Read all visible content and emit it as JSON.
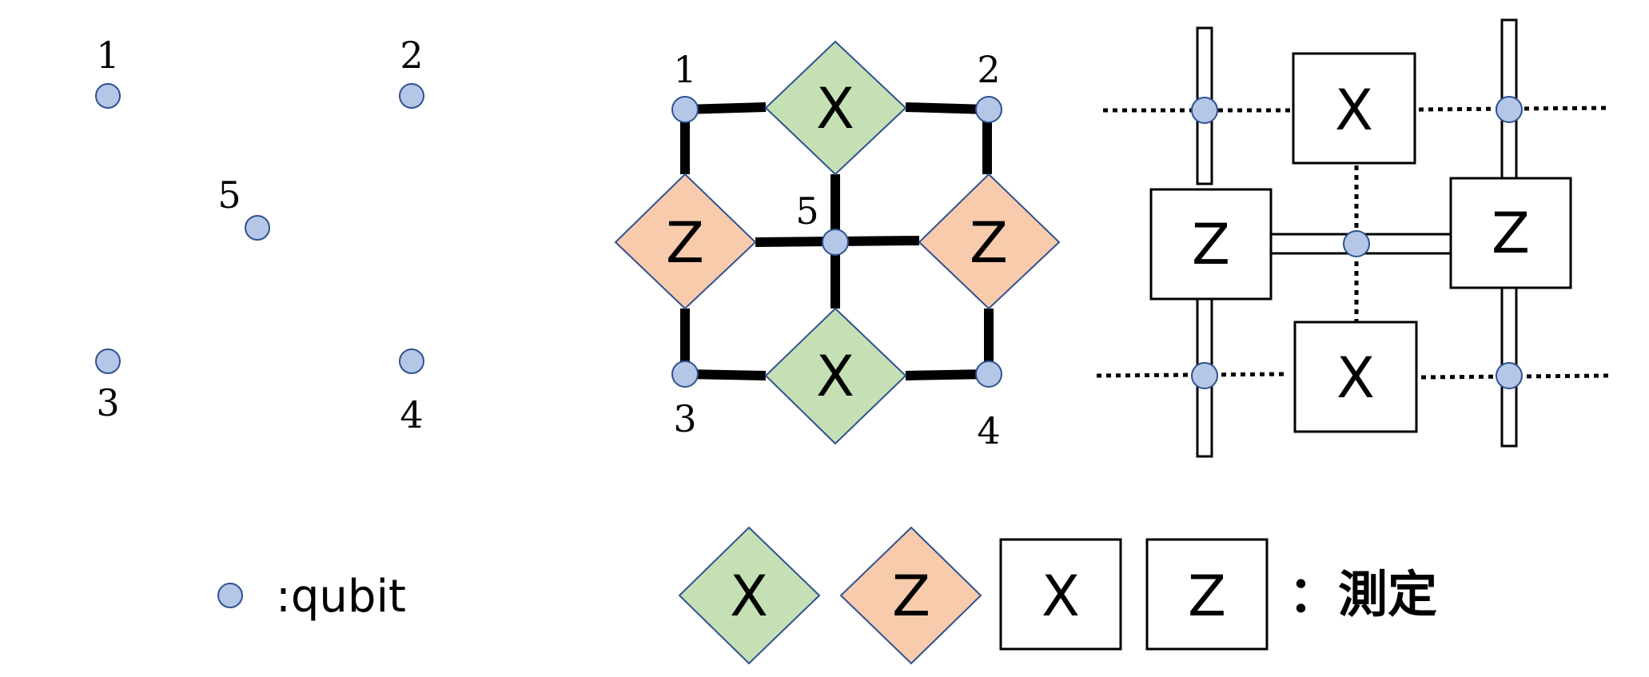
{
  "colors": {
    "qubit_fill": "#b4c7e7",
    "qubit_stroke": "#2f528f",
    "x_diamond_fill": "#c5e0b4",
    "z_diamond_fill": "#f8cbad",
    "box_fill": "#ffffff",
    "line": "#000000"
  },
  "panel1": {
    "labels": {
      "q1": "1",
      "q2": "2",
      "q3": "3",
      "q4": "4",
      "q5": "5"
    }
  },
  "panel2": {
    "labels": {
      "q1": "1",
      "q2": "2",
      "q3": "3",
      "q4": "4",
      "q5": "5"
    },
    "ops": {
      "top": "X",
      "left": "Z",
      "right": "Z",
      "bottom": "X"
    }
  },
  "panel3": {
    "ops": {
      "top": "X",
      "left": "Z",
      "right": "Z",
      "bottom": "X"
    }
  },
  "legend": {
    "qubit_text": ":qubit",
    "items": [
      "X",
      "Z",
      "X",
      "Z"
    ],
    "measure_text": "：測定"
  }
}
